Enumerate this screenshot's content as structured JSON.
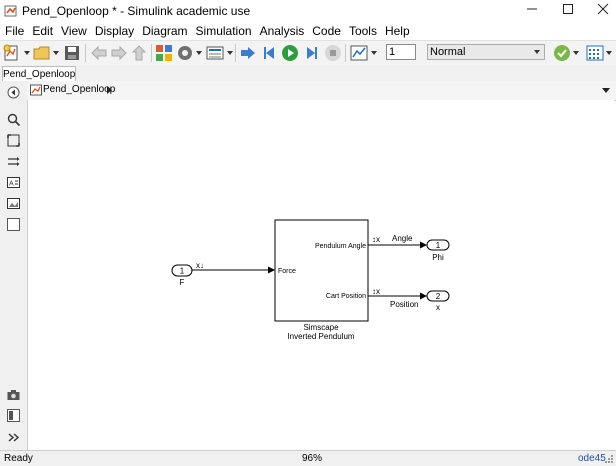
{
  "window": {
    "title": "Pend_Openloop * - Simulink academic use",
    "minimize_icon": "minimize-icon",
    "maximize_icon": "maximize-icon",
    "close_icon": "close-icon"
  },
  "menubar": {
    "items": [
      {
        "label": "File"
      },
      {
        "label": "Edit"
      },
      {
        "label": "View"
      },
      {
        "label": "Display"
      },
      {
        "label": "Diagram"
      },
      {
        "label": "Simulation"
      },
      {
        "label": "Analysis"
      },
      {
        "label": "Code"
      },
      {
        "label": "Tools"
      },
      {
        "label": "Help"
      }
    ]
  },
  "toolbar": {
    "stop_time": "1",
    "sim_mode": "Normal",
    "colors": {
      "run": "#2e9e3a",
      "accent": "#1f6fb5"
    }
  },
  "tabs": [
    {
      "label": "Pend_Openloop"
    }
  ],
  "address": {
    "model": "Pend_Openloop"
  },
  "diagram": {
    "inport": {
      "number": "1",
      "name": "F",
      "signal_mark": "x↓"
    },
    "subsystem": {
      "in_port": "Force",
      "out_port_1": "Pendulum Angle",
      "out_port_2": "Cart Position",
      "name_line1": "Simscape",
      "name_line2": "Inverted Pendulum"
    },
    "outport1": {
      "number": "1",
      "name": "Phi",
      "signal": "Angle",
      "mark": "↕x"
    },
    "outport2": {
      "number": "2",
      "name": "x",
      "signal": "Position",
      "mark": "↕x"
    }
  },
  "status": {
    "left": "Ready",
    "zoom": "96%",
    "solver": "ode45"
  }
}
